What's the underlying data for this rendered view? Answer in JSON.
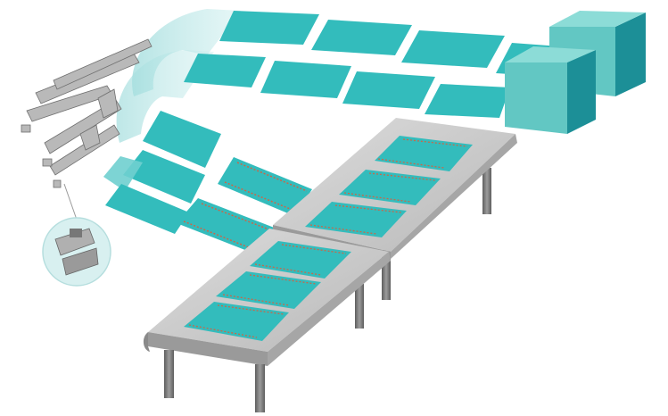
{
  "colors": {
    "sheet": "#33bcbc",
    "sheet_light": "#7fd2d2",
    "cube_front": "#62c7c3",
    "cube_side": "#1c8f97",
    "cube_top": "#8cdcd7",
    "table_top": "#c8c8c8",
    "table_edge": "#9a9a9a",
    "leg": "#7b7b7b",
    "seam": "#c8684a",
    "robot": "#b9b9b9"
  },
  "scene": {
    "feed_units": 2,
    "upper_sheets": 4,
    "lower_sheets": 4,
    "curved_sheets": 4,
    "transit_sheets": 2,
    "table_modules": 2,
    "sheets_per_table": 3
  }
}
